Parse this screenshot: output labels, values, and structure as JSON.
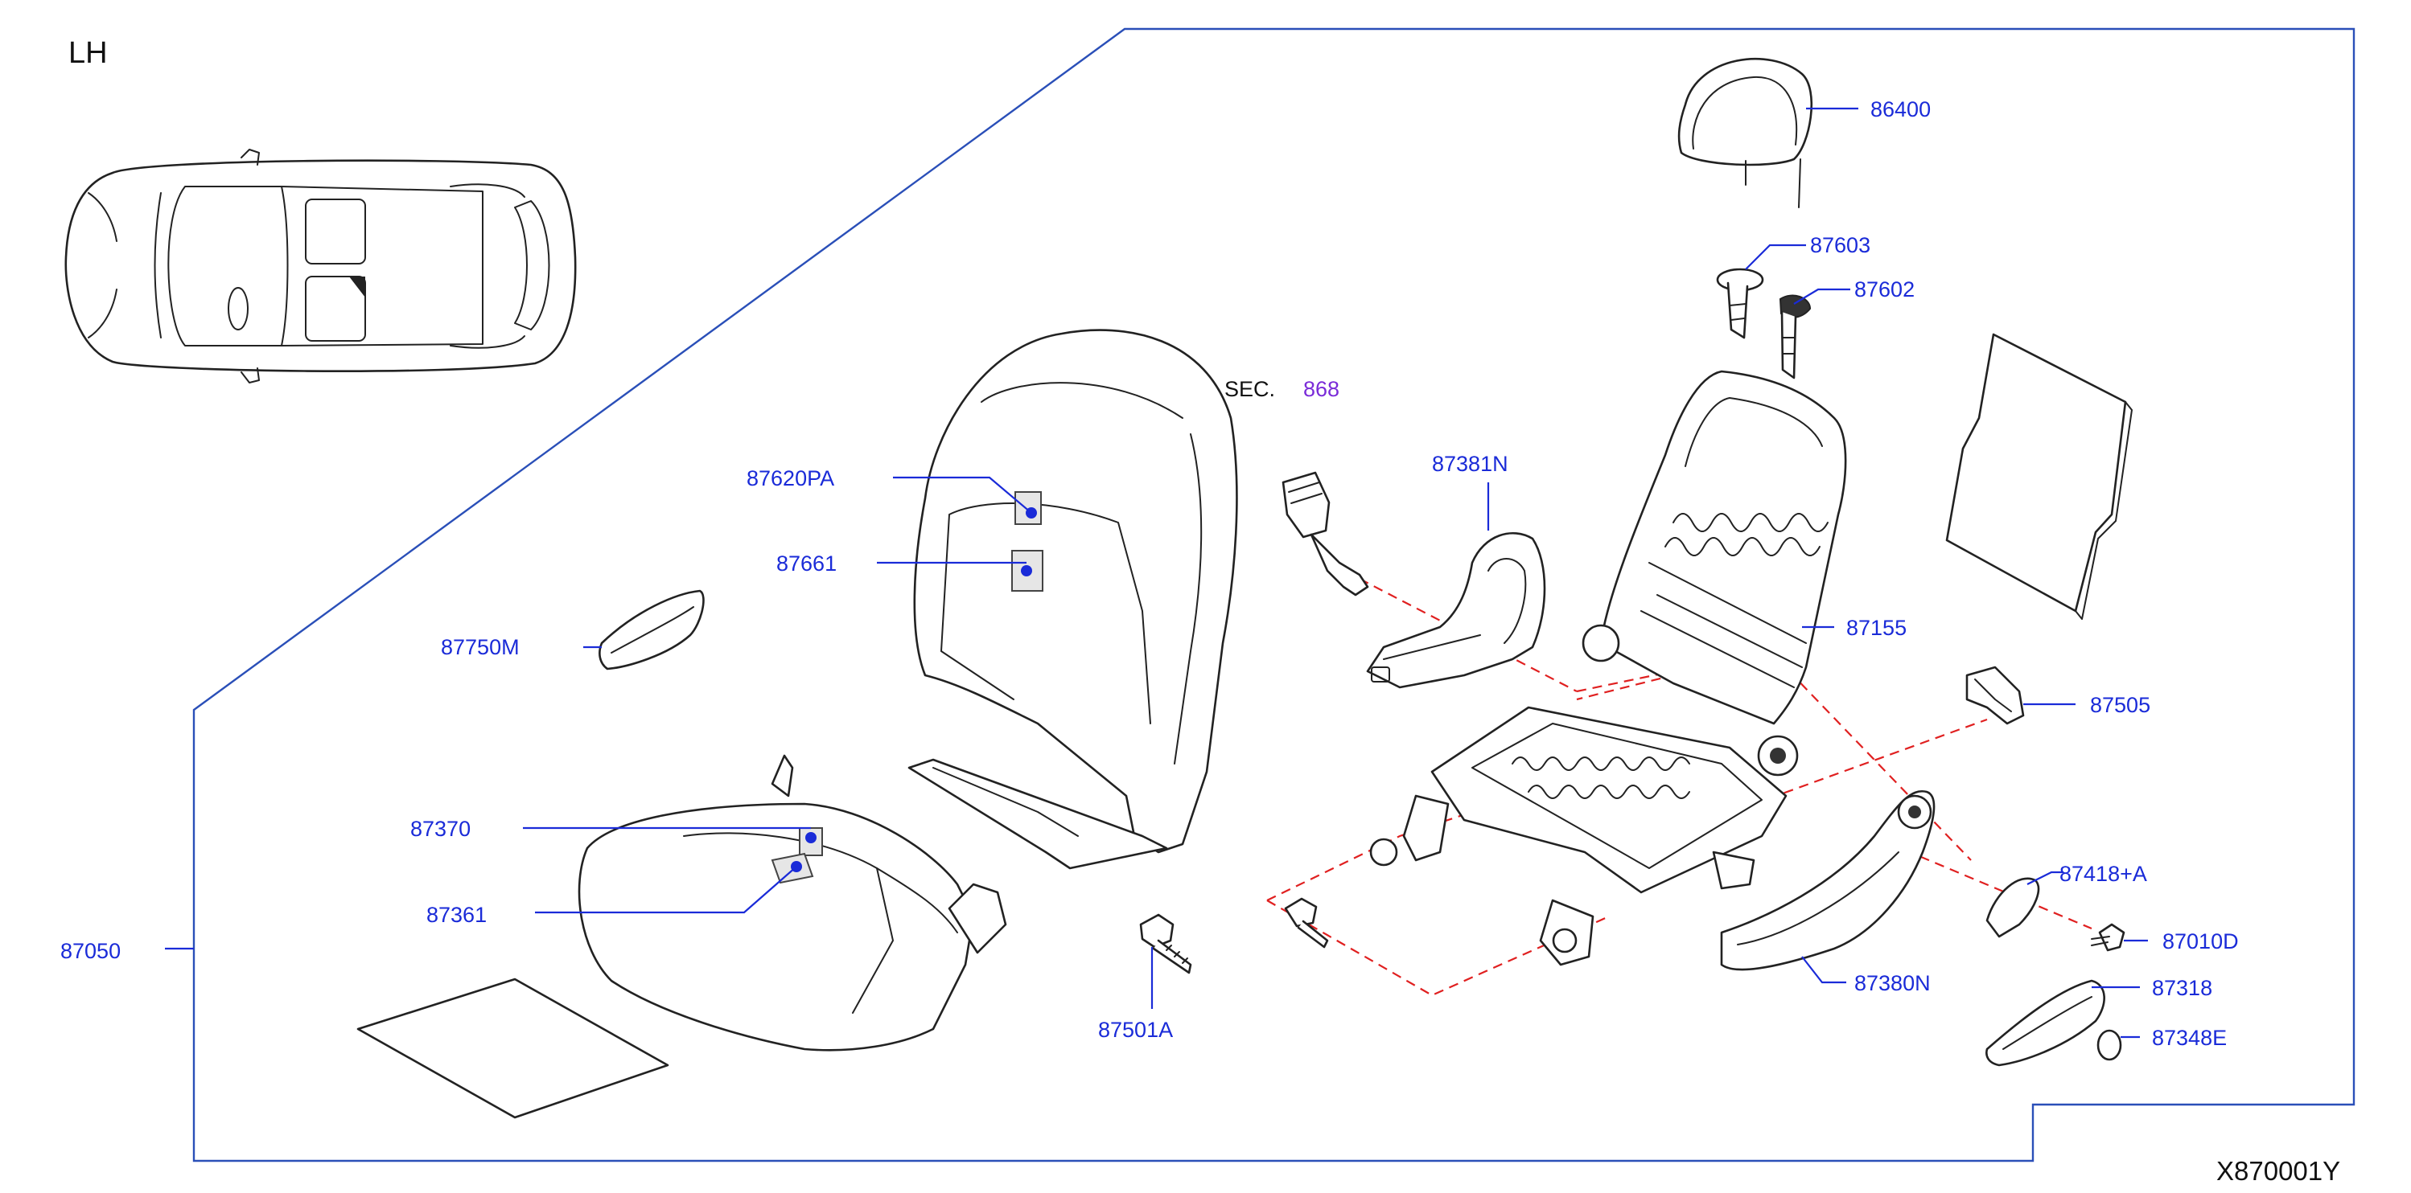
{
  "view_label": "LH",
  "diagram_code": "X870001Y",
  "section_ref": {
    "prefix": "SEC.",
    "number": "868"
  },
  "parts": {
    "p86400": "86400",
    "p87603": "87603",
    "p87602": "87602",
    "p87381N": "87381N",
    "p87620PA": "87620PA",
    "p87661": "87661",
    "p87750M": "87750M",
    "p87155": "87155",
    "p87505": "87505",
    "p87370": "87370",
    "p87361": "87361",
    "p87050": "87050",
    "p87418A": "87418+A",
    "p87010D": "87010D",
    "p87318": "87318",
    "p87348E": "87348E",
    "p87380N": "87380N",
    "p87501A": "87501A"
  }
}
